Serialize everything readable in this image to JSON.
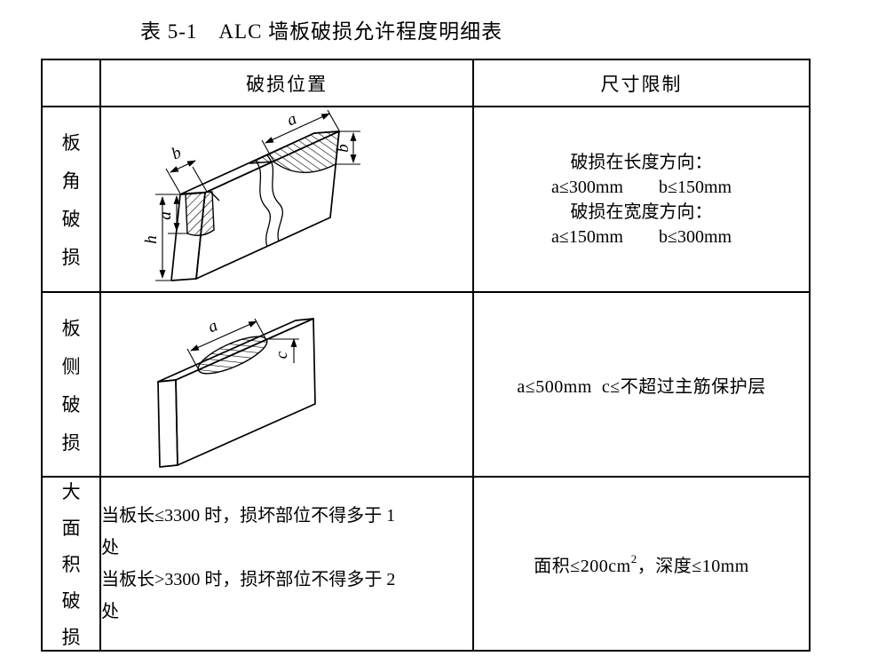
{
  "title": "表 5-1　ALC 墙板破损允许程度明细表",
  "colors": {
    "ink": "#000000",
    "background": "#ffffff"
  },
  "table": {
    "header": {
      "col1": "",
      "col2": "破损位置",
      "col3": "尺寸限制"
    },
    "rows": [
      {
        "label_chars": [
          "板",
          "角",
          "破",
          "损"
        ],
        "limit_lines": [
          "破损在长度方向：",
          "a≤300mm　　b≤150mm",
          "破损在宽度方向：",
          "a≤150mm　　b≤300mm"
        ],
        "diagram_labels": {
          "h": "h",
          "a_left": "a",
          "b_left": "b",
          "a_right": "a",
          "b_right": "b"
        }
      },
      {
        "label_chars": [
          "板",
          "侧",
          "破",
          "损"
        ],
        "limit_lines": [
          "a≤500mm  c≤不超过主筋保护层"
        ],
        "diagram_labels": {
          "a": "a",
          "c": "c"
        }
      },
      {
        "label_chars": [
          "大",
          "面",
          "积",
          "破",
          "损"
        ],
        "description_lines": [
          "当板长≤3300 时，损坏部位不得多于 1",
          "处",
          "当板长>3300 时，损坏部位不得多于 2",
          "处"
        ],
        "limit": {
          "prefix": "面积≤200cm",
          "sup": "2",
          "suffix": "，深度≤10mm"
        }
      }
    ]
  }
}
